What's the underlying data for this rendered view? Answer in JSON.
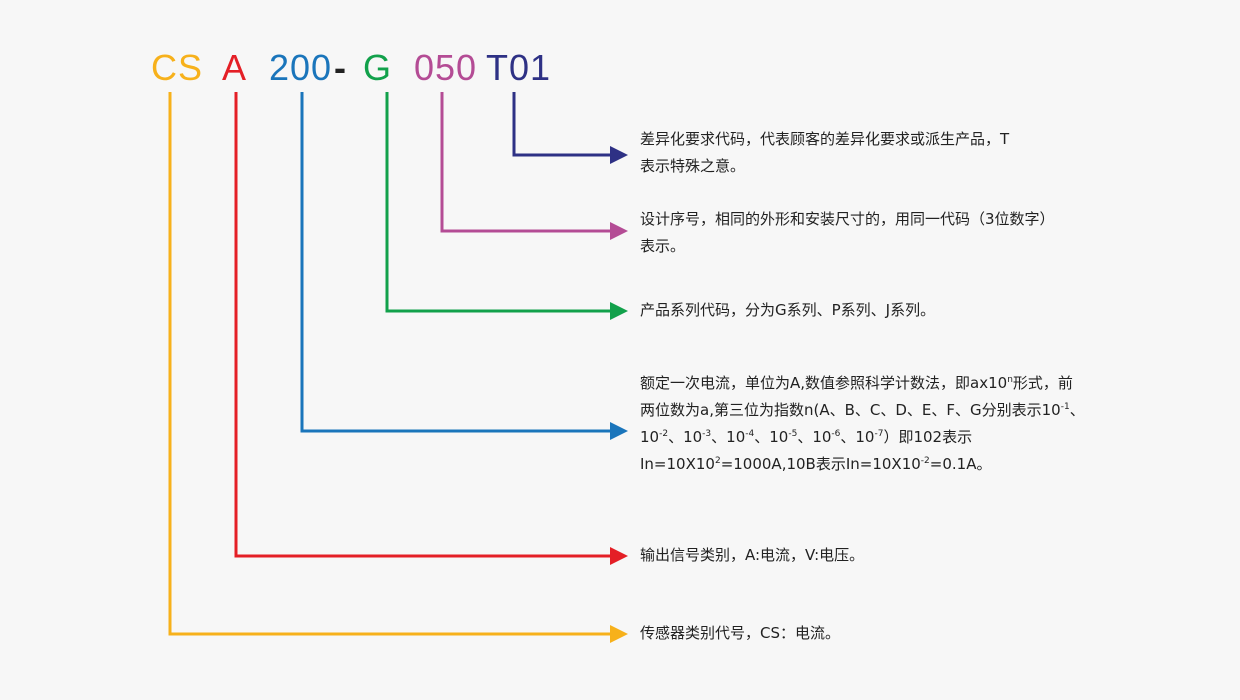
{
  "colors": {
    "cs": "#f7b11b",
    "a": "#e41f26",
    "current": "#1a75bb",
    "series": "#12a14b",
    "serial": "#b44c95",
    "variant": "#2e3185",
    "dash": "#222222",
    "text": "#222222"
  },
  "code": {
    "cs": "CS",
    "a": "A",
    "current": "200",
    "dash": "-",
    "series": "G",
    "serial": "050",
    "variant": "T01"
  },
  "descriptions": {
    "variant": "差异化要求代码，代表顾客的差异化要求或派生产品，T表示特殊之意。",
    "serial": "设计序号，相同的外形和安装尺寸的，用同一代码（3位数字）表示。",
    "series": "产品系列代码，分为G系列、P系列、J系列。",
    "current": {
      "p1": "额定一次电流，单位为A,数值参照科学计数法，即ax10",
      "s1": "n",
      "p2": "形式，前两位数为a,第三位为指数n(A、B、C、D、E、F、G分别表示10",
      "s2": "-1",
      "p3": "、10",
      "s3": "-2",
      "p4": "、10",
      "s4": "-3",
      "p5": "、10",
      "s5": "-4",
      "p6": "、10",
      "s6": "-5",
      "p7": "、10",
      "s7": "-6",
      "p8": "、10",
      "s8": "-7",
      "p9": "）即102表示In=10X10",
      "s9": "2",
      "p10": "=1000A,10B表示In=10X10",
      "s10": "-2",
      "p11": "=0.1A。"
    },
    "signal": "输出信号类别，A:电流，V:电压。",
    "sensor": "传感器类别代号，CS：电流。"
  }
}
